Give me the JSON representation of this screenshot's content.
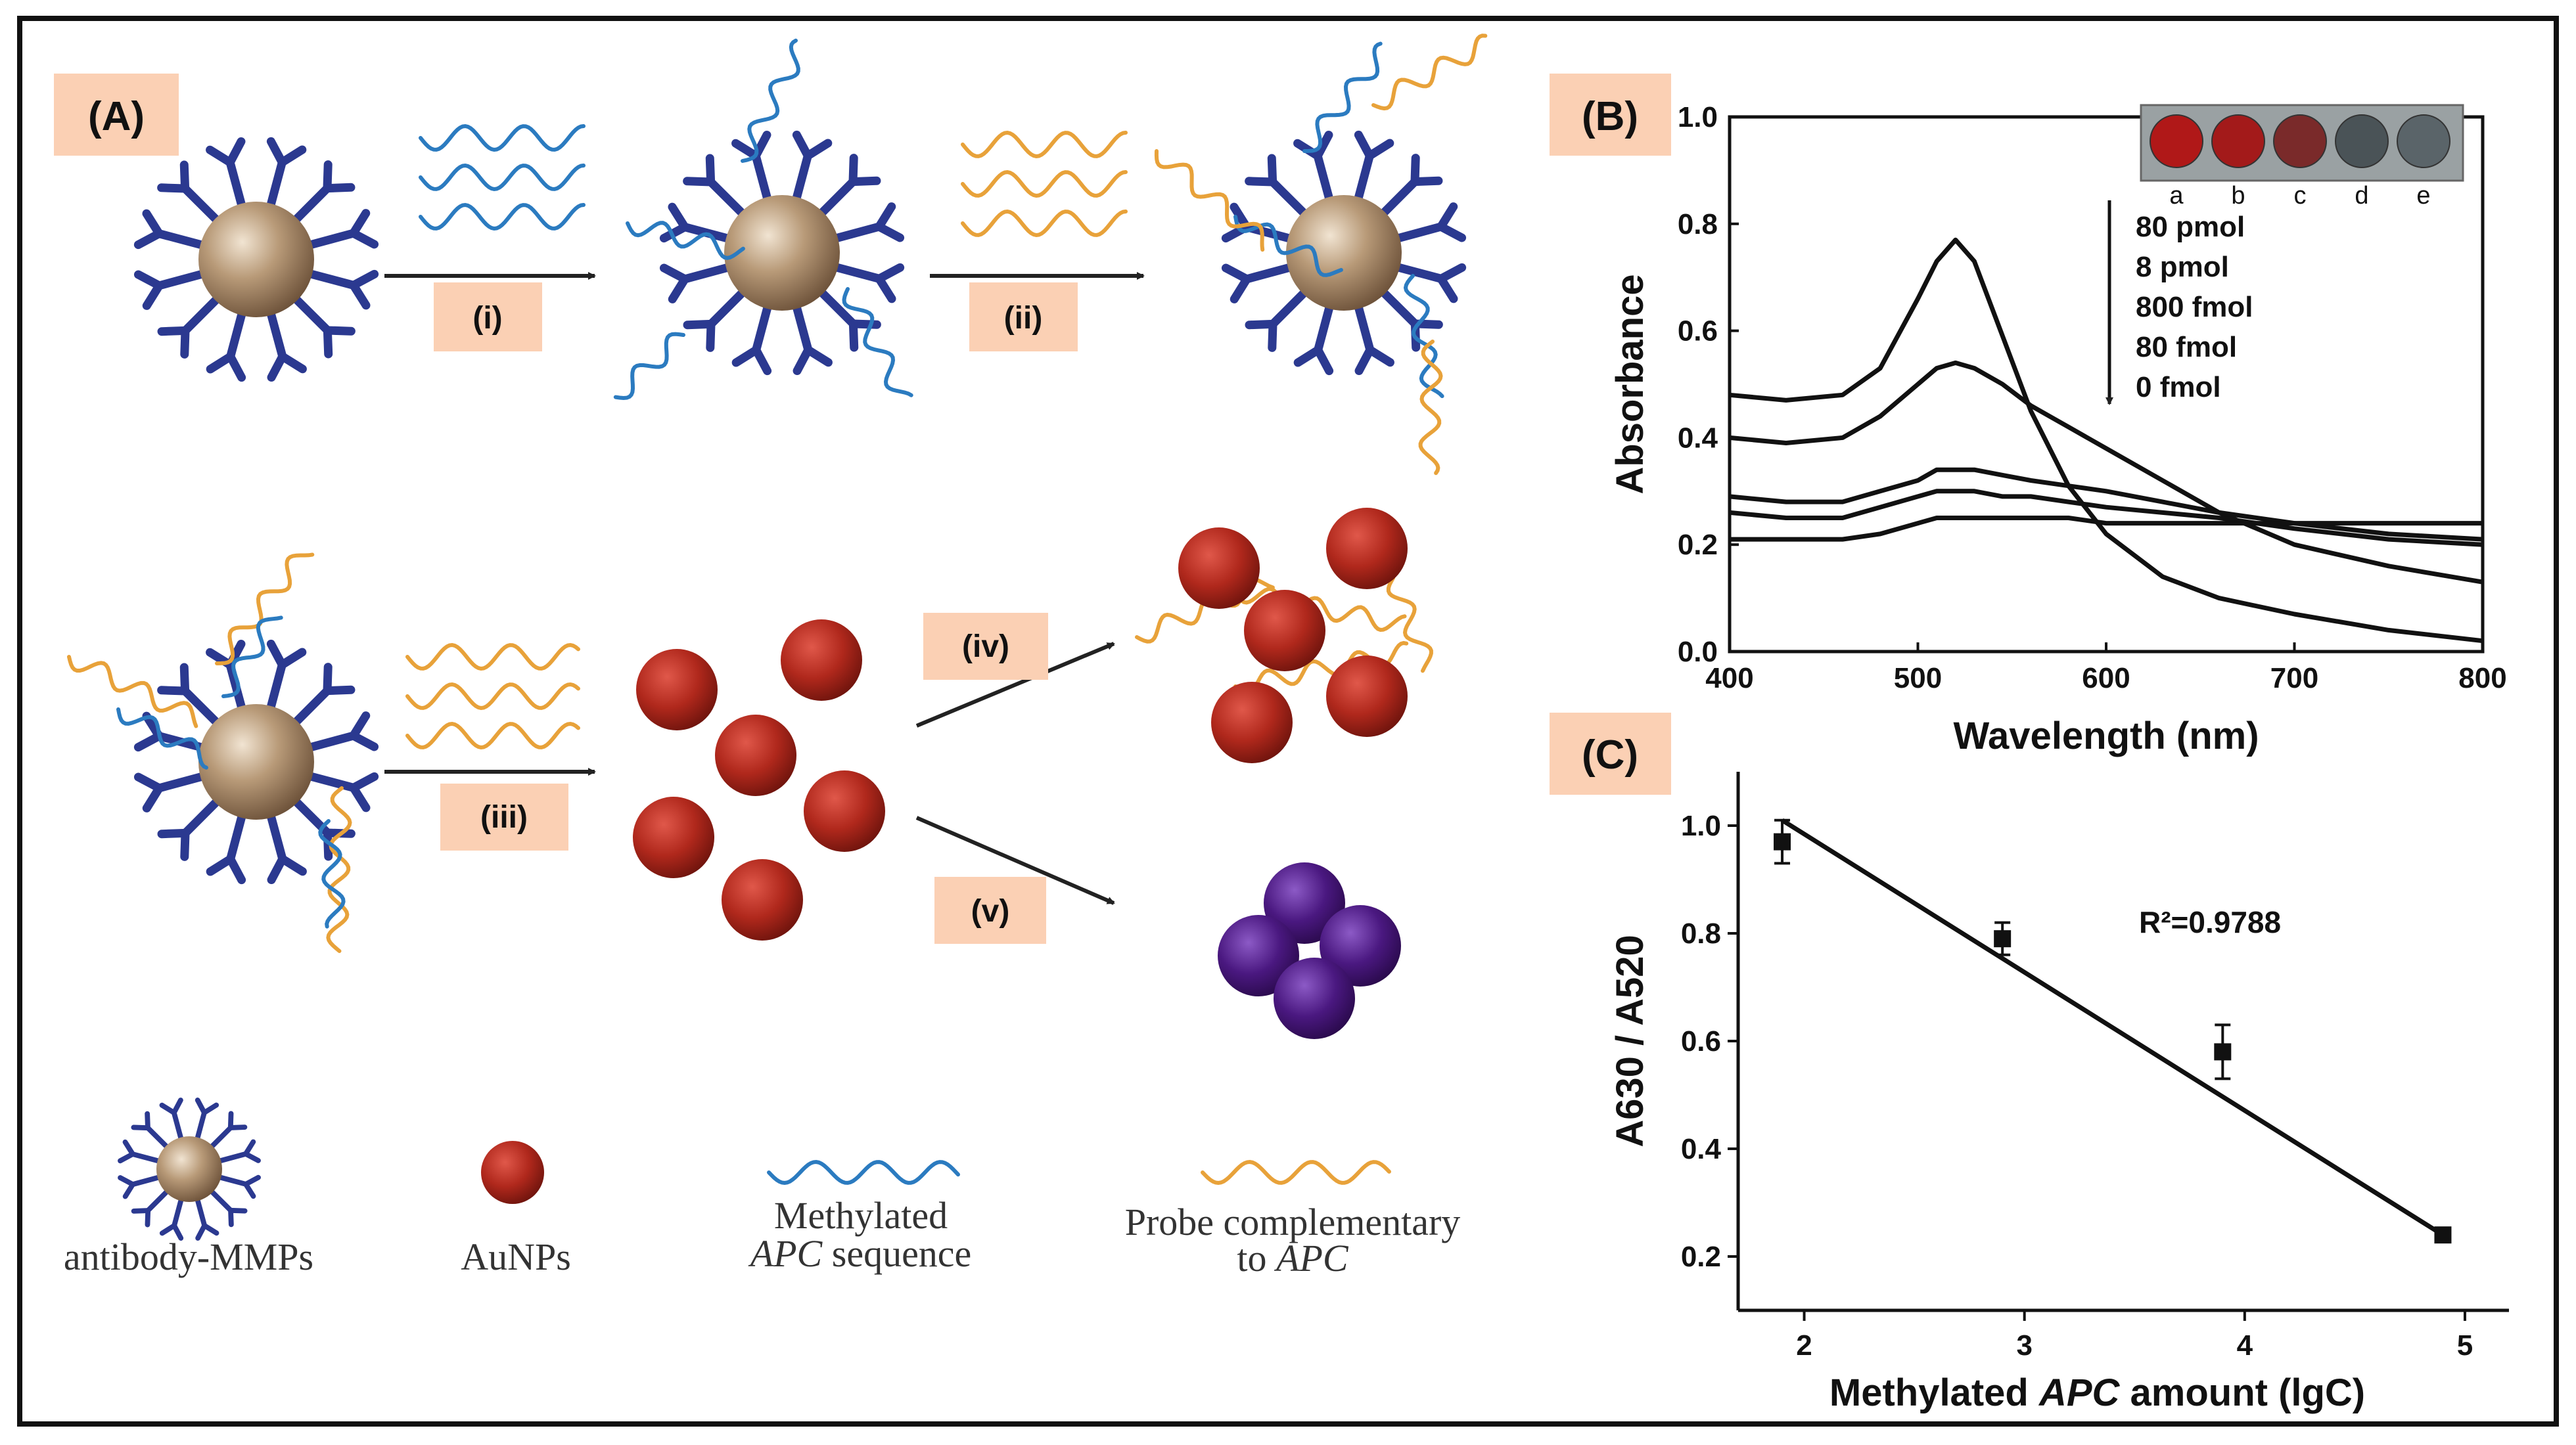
{
  "panels": {
    "a_label": "(A)",
    "b_label": "(B)",
    "c_label": "(C)"
  },
  "steps": [
    "(i)",
    "(ii)",
    "(iii)",
    "(iv)",
    "(v)"
  ],
  "legend": {
    "mmp": "antibody-MMPs",
    "aunp": "AuNPs",
    "methylated_line1": "Methylated",
    "methylated_line2_em": "APC",
    "methylated_line2": " sequence",
    "probe_line1": "Probe complementary",
    "probe_line2_prefix": "to ",
    "probe_line2_em": "APC"
  },
  "colors": {
    "antibody": "#2b3990",
    "strand_blue": "#2b7bc0",
    "strand_orange": "#e8a23a",
    "aunp_red": "#b0281c",
    "aggregate_purple": "#4a1880",
    "label_box": "#fbd0b4",
    "frame": "#111111"
  },
  "inset": {
    "wells": [
      "a",
      "b",
      "c",
      "d",
      "e"
    ],
    "well_colors": [
      "#b01818",
      "#a31a1a",
      "#7a2a2a",
      "#4a5357",
      "#5a6469"
    ]
  },
  "chart_data": [
    {
      "type": "line",
      "xlabel": "Wavelength (nm)",
      "ylabel": "Absorbance",
      "xlim": [
        400,
        800
      ],
      "ylim": [
        0.0,
        1.0
      ],
      "xticks": [
        "400",
        "500",
        "600",
        "700",
        "800"
      ],
      "yticks": [
        "0.0",
        "0.2",
        "0.4",
        "0.6",
        "0.8",
        "1.0"
      ],
      "legend_labels": [
        "80 pmol",
        "8 pmol",
        "800 fmol",
        "80 fmol",
        "0 fmol"
      ],
      "series": [
        {
          "x": [
            400,
            430,
            460,
            480,
            500,
            510,
            520,
            530,
            545,
            560,
            580,
            600,
            630,
            660,
            700,
            750,
            800
          ],
          "y": [
            0.48,
            0.47,
            0.48,
            0.53,
            0.66,
            0.73,
            0.77,
            0.73,
            0.59,
            0.45,
            0.31,
            0.22,
            0.14,
            0.1,
            0.07,
            0.04,
            0.02
          ]
        },
        {
          "x": [
            400,
            430,
            460,
            480,
            500,
            510,
            520,
            530,
            545,
            560,
            580,
            600,
            630,
            660,
            700,
            750,
            800
          ],
          "y": [
            0.4,
            0.39,
            0.4,
            0.44,
            0.5,
            0.53,
            0.54,
            0.53,
            0.5,
            0.46,
            0.42,
            0.38,
            0.32,
            0.26,
            0.2,
            0.16,
            0.13
          ]
        },
        {
          "x": [
            400,
            430,
            460,
            480,
            500,
            510,
            520,
            530,
            545,
            560,
            580,
            600,
            630,
            660,
            700,
            750,
            800
          ],
          "y": [
            0.29,
            0.28,
            0.28,
            0.3,
            0.32,
            0.34,
            0.34,
            0.34,
            0.33,
            0.32,
            0.31,
            0.3,
            0.28,
            0.26,
            0.24,
            0.22,
            0.21
          ]
        },
        {
          "x": [
            400,
            430,
            460,
            480,
            500,
            510,
            520,
            530,
            545,
            560,
            580,
            600,
            630,
            660,
            700,
            750,
            800
          ],
          "y": [
            0.26,
            0.25,
            0.25,
            0.27,
            0.29,
            0.3,
            0.3,
            0.3,
            0.29,
            0.29,
            0.28,
            0.27,
            0.26,
            0.25,
            0.23,
            0.21,
            0.2
          ]
        },
        {
          "x": [
            400,
            430,
            460,
            480,
            500,
            510,
            520,
            530,
            545,
            560,
            580,
            600,
            630,
            660,
            700,
            750,
            800
          ],
          "y": [
            0.21,
            0.21,
            0.21,
            0.22,
            0.24,
            0.25,
            0.25,
            0.25,
            0.25,
            0.25,
            0.25,
            0.24,
            0.24,
            0.24,
            0.24,
            0.24,
            0.24
          ]
        }
      ]
    },
    {
      "type": "scatter",
      "xlabel_prefix": "Methylated ",
      "xlabel_em": "APC",
      "xlabel_suffix": " amount (lgC)",
      "ylabel": "A630 / A520",
      "xlim": [
        1.7,
        5.2
      ],
      "ylim": [
        0.1,
        1.1
      ],
      "xticks": [
        "2",
        "3",
        "4",
        "5"
      ],
      "yticks": [
        "0.2",
        "0.4",
        "0.6",
        "0.8",
        "1.0"
      ],
      "annotation": "R²=0.9788",
      "points": [
        {
          "x": 1.9,
          "y": 0.97,
          "err": 0.04
        },
        {
          "x": 2.9,
          "y": 0.79,
          "err": 0.03
        },
        {
          "x": 3.9,
          "y": 0.58,
          "err": 0.05
        },
        {
          "x": 4.9,
          "y": 0.24,
          "err": 0.01
        }
      ],
      "fit_line": {
        "x": [
          1.9,
          4.9
        ],
        "y": [
          1.01,
          0.24
        ]
      }
    }
  ]
}
